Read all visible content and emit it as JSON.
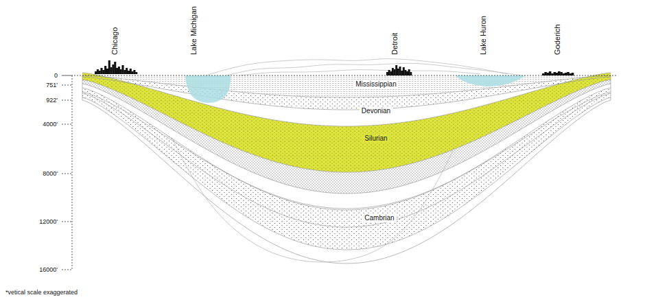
{
  "diagram": {
    "labels": [
      "Chicago",
      "Lake Michigan",
      "Detroit",
      "Lake Huron",
      "Goderich",
      "0",
      "751'",
      "922'",
      "4000'",
      "8000'",
      "12000'",
      "16000'",
      "Mississippian",
      "Devonian",
      "Silurian",
      "Cambrian",
      "*vetical scale exaggerated"
    ]
  }
}
